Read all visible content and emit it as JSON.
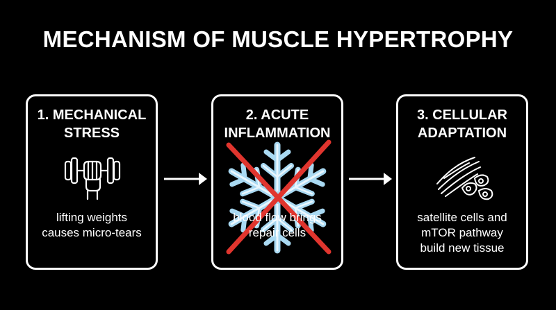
{
  "title": "MECHANISM OF MUSCLE HYPERTROPHY",
  "steps": [
    {
      "heading_lines": [
        "1. MECHANICAL",
        "STRESS"
      ],
      "body_lines": [
        "lifting weights",
        "causes micro-tears"
      ],
      "icon": "dumbbell-fist-icon"
    },
    {
      "heading_lines": [
        "2. ACUTE",
        "INFLAMMATION"
      ],
      "body_lines": [
        "blood flow brings",
        "repair cells"
      ],
      "icon": "snowflake-icon"
    },
    {
      "heading_lines": [
        "3. CELLULAR",
        "ADAPTATION"
      ],
      "body_lines": [
        "satellite cells and",
        "mTOR pathway",
        "build new tissue"
      ],
      "icon": "muscle-cells-icon"
    }
  ],
  "colors": {
    "background": "#000000",
    "foreground": "#ffffff",
    "cross": "#e0352e",
    "snowflake": "#a9d9f2"
  }
}
